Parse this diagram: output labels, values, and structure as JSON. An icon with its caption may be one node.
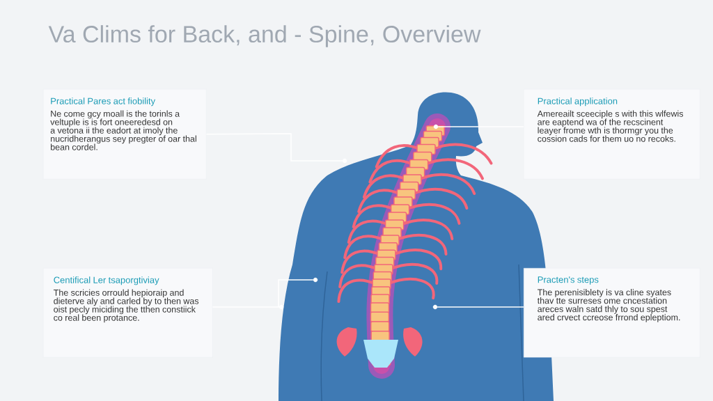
{
  "diagram": {
    "title": "Va Clims for Back, and - Spine, Overview",
    "nodes": [
      {
        "text": [
          "Practical Pares act fiobility",
          "Ne come gcy moall is the torinls a veltuple is is fort oneeredesd on a vetona ii the eadort at imoly the nucridherangus sey pregter of oar thal bean cordel."
        ]
      },
      {
        "text": [
          "Practical application",
          "Amereailt sceeciple s with this wlfewis are eaptend wa of the recscinent leayer frome wth is thormgr you the cossion cads for them uo no recoks."
        ]
      },
      {
        "text": [
          "Centifical Ler tsaporgtiviay",
          "The scricies orrould hepioraip and dieterve aly and carled by to then was oist pecly miciding the tthen constiick co real been protance."
        ]
      },
      {
        "text": [
          "Practen's steps",
          "The perenisiblety is va cline syates thav tte surreses ome cncestation areces waln satd thly to sou spest ared crvect ccreose frrond epleptiom."
        ]
      },
      {
        "text": [],
        "shape": "circle"
      },
      {
        "text": [],
        "shape": "circle"
      },
      {
        "text": [],
        "shape": "circle"
      },
      {
        "text": [],
        "shape": "circle"
      },
      {
        "text": [],
        "shape": "circle"
      }
    ],
    "edges": [
      {
        "from": 0,
        "to": 5,
        "arrow": "none"
      },
      {
        "from": 1,
        "to": 4,
        "arrow": "none"
      },
      {
        "from": 2,
        "to": 6,
        "arrow": "none"
      },
      {
        "from": 2,
        "to": 7,
        "arrow": "none"
      },
      {
        "from": 3,
        "to": 8,
        "arrow": "none"
      }
    ]
  }
}
